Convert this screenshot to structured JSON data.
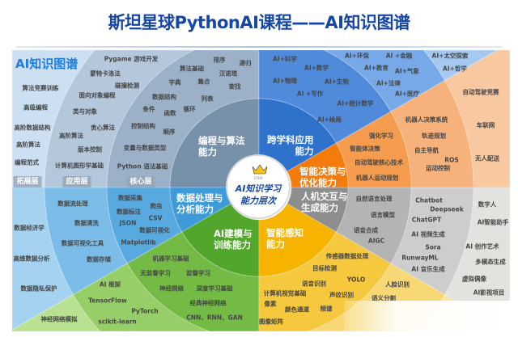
{
  "title": "斯坦星球PythonAI课程——AI知识图谱",
  "corner_title": "AI知识图谱",
  "layers": [
    "拓展层",
    "应用层",
    "核心层"
  ],
  "center": {
    "logo_text": "STEM",
    "line1": "AI知识学习",
    "line2": "能力层次"
  },
  "capabilities": {
    "programming": [
      "编程与算法",
      "能力"
    ],
    "interdisciplinary": [
      "跨学科应用",
      "能力"
    ],
    "decision": [
      "智能决策与",
      "优化能力"
    ],
    "interaction": [
      "人机交互与",
      "生成能力"
    ],
    "perception": [
      "智能感知",
      "能力"
    ],
    "modeling": [
      "AI建模与",
      "训练能力"
    ],
    "data": [
      "数据处理与",
      "分析能力"
    ]
  },
  "topics": {
    "programming": [
      "Pygame 游戏开发",
      "蒙特卡洛法",
      "碰撞检测",
      "面向对象编程",
      "算法竞赛训练",
      "高级编程",
      "类与对象",
      "高阶数据结构",
      "贪心算法",
      "高阶算法",
      "高阶算法",
      "版本控制",
      "编程范式",
      "计算机图形学基础",
      "算法基础",
      "排序",
      "递归",
      "汉诺塔",
      "字典",
      "集合",
      "查找",
      "数据结构",
      "列表",
      "条件",
      "函数",
      "循环",
      "控制结构",
      "顺序",
      "变量与数据类型",
      "Python 语法基础"
    ],
    "interdisciplinary": [
      "AI+科学",
      "AI+数学",
      "AI+物理",
      "AI+生物",
      "AI +写作",
      "AI+统计数学",
      "AI+绘画",
      "AI+环保",
      "AI +金融",
      "AI+教育",
      "AI+气象",
      "AI+法律",
      "AI+医疗",
      "AI+太空探索",
      "AI+哲学"
    ],
    "decision": [
      "自动驾驶竞赛",
      "车联网",
      "无人配送",
      "机器人决策系统",
      "轨迹规划",
      "自主导航",
      "ROS",
      "运动控制",
      "强化学习",
      "智能体决策",
      "自动驾驶核心技术",
      "机器人运动规划"
    ],
    "interaction": [
      "自然语言处理",
      "语言模型",
      "语音合成",
      "AIGC",
      "Chatbot",
      "Deepseek",
      "ChatGPT",
      "AI 视频生成",
      "Sora",
      "RunwayML",
      "AI 音乐生成",
      "数字人",
      "AI智能助手",
      "AI 创作艺术",
      "多模态生成",
      "虚拟偶像",
      "AI影视项目"
    ],
    "perception": [
      "传感器数据处理",
      "目标检测",
      "YOLO",
      "人脸识别",
      "语音识别",
      "计算机视觉基础",
      "声纹识别",
      "语义分割",
      "像素",
      "颜色通道",
      "频谱",
      "图像矩阵"
    ],
    "modeling": [
      "机器学习基础",
      "无监督学习",
      "监督学习",
      "神经网络",
      "深度学习基础",
      "经典神经网络",
      "CNN、RNN、GAN",
      "AI 框架",
      "TensorFlow",
      "PyTorch",
      "scikit-learn",
      "神经网络模拟"
    ],
    "data": [
      "数据采集",
      "爬虫",
      "数据标注",
      "CSV",
      "JSON",
      "数据可视化",
      "Matplotlib",
      "数据流处理",
      "数据清洗",
      "数据可视化工具",
      "数据存储",
      "数据经济学",
      "高维数据分析",
      "数据隐私保护"
    ]
  },
  "colors": {
    "title": "#1646a6",
    "programming": [
      "#7891ab",
      "#9cb1c8",
      "#b5c7db",
      "#cde0f2"
    ],
    "interdisciplinary": [
      "#2f72cc",
      "#4f8bda",
      "#77a9e8",
      "#a6c9f2"
    ],
    "decision": [
      "#f47b0c",
      "#f59c4e",
      "#f6b27a",
      "#f8c8a0"
    ],
    "interaction": [
      "#8e8e8e",
      "#b4b4b4",
      "#cdcdcd",
      "#e2e2df"
    ],
    "perception": [
      "#f6b400",
      "#f6c83e",
      "#f8d775",
      "#fbe6a6"
    ],
    "modeling": [
      "#52a62c",
      "#74bb46",
      "#96ce68",
      "#b8e192"
    ],
    "data": [
      "#3e9ad9",
      "#58a9e0",
      "#7bbde8",
      "#a5d2f1"
    ]
  }
}
